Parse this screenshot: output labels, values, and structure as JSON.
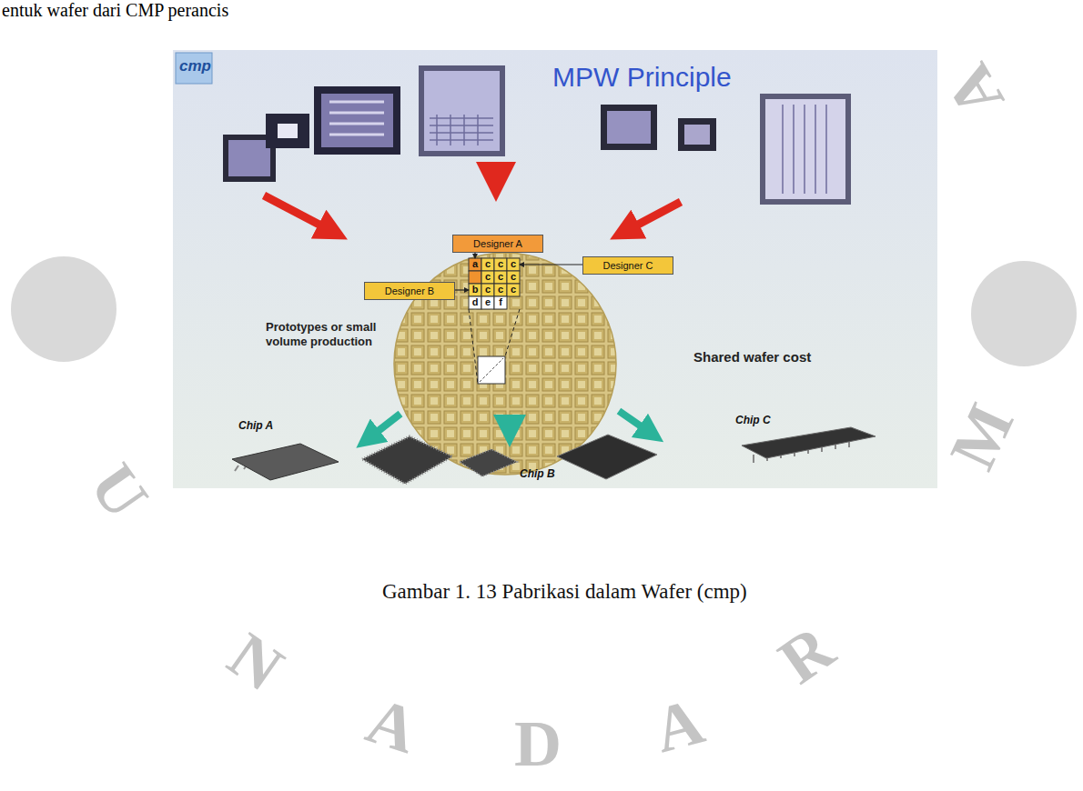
{
  "diagram": {
    "title": "MPW Principle",
    "caption": "Gambar 1. 13 Pabrikasi dalam Wafer (cmp)",
    "nodes": [
      {
        "text": [
          "Designer A"
        ]
      },
      {
        "text": [
          "Designer B"
        ]
      },
      {
        "text": [
          "Designer C"
        ]
      }
    ],
    "labels": [
      "entuk wafer dari CMP perancis",
      "cmp",
      "a",
      "c",
      "c",
      "c",
      "c",
      "c",
      "c",
      "b",
      "c",
      "c",
      "c",
      "d",
      "e",
      "f",
      "Prototypes or small volume production",
      "Shared wafer cost",
      "Chip A",
      "Chip B",
      "Chip C",
      "U",
      "N",
      "A",
      "D",
      "A",
      "R",
      "M",
      "A"
    ]
  }
}
